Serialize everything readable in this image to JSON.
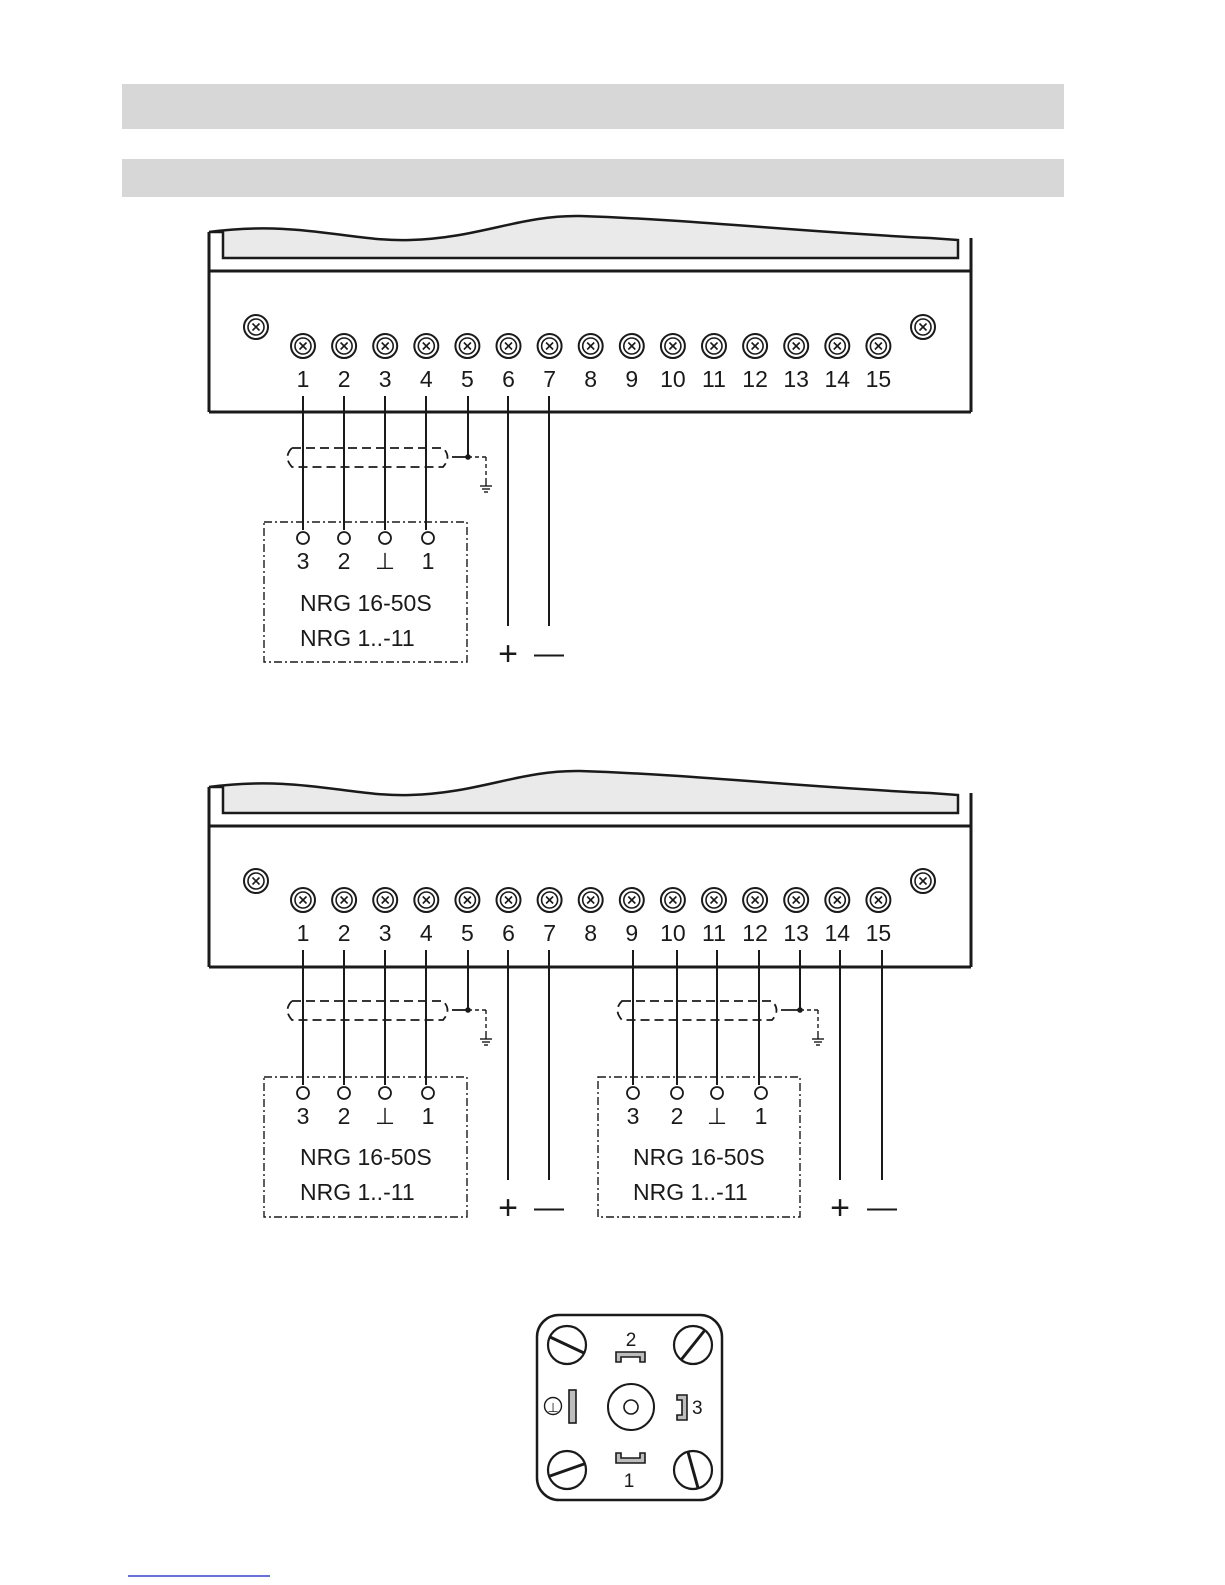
{
  "colors": {
    "line": "#1a1a1a",
    "header_bar": "#d7d7d7",
    "lid_fill": "#eaeaea",
    "footer_link": "#3344cc"
  },
  "header_bars": [
    "",
    ""
  ],
  "terminal_numbers": [
    "1",
    "2",
    "3",
    "4",
    "5",
    "6",
    "7",
    "8",
    "9",
    "10",
    "11",
    "12",
    "13",
    "14",
    "15"
  ],
  "diagram1": {
    "probe": {
      "pins": [
        "3",
        "2",
        "⊥",
        "1"
      ],
      "model_line1": "NRG 16-50S",
      "model_line2": "NRG 1..-11"
    },
    "supply": {
      "plus": "+",
      "minus": "—"
    }
  },
  "diagram2": {
    "probe_a": {
      "pins": [
        "3",
        "2",
        "⊥",
        "1"
      ],
      "model_line1": "NRG 16-50S",
      "model_line2": "NRG 1..-11"
    },
    "probe_b": {
      "pins": [
        "3",
        "2",
        "⊥",
        "1"
      ],
      "model_line1": "NRG 16-50S",
      "model_line2": "NRG 1..-11"
    },
    "supply_a": {
      "plus": "+",
      "minus": "—"
    },
    "supply_b": {
      "plus": "+",
      "minus": "—"
    }
  },
  "connector": {
    "pin_top": "2",
    "pin_right": "3",
    "pin_bottom": "1",
    "pin_left_symbol": "⊥"
  }
}
